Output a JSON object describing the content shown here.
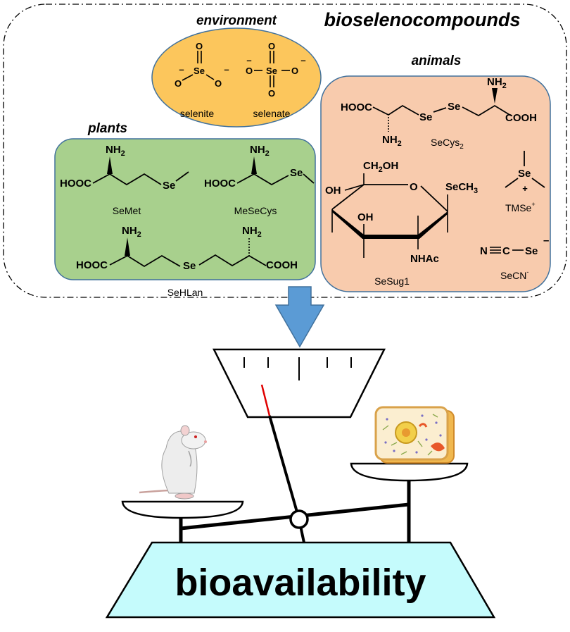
{
  "title": "bioselenocompounds",
  "groups": {
    "environment": {
      "title": "environment",
      "compounds": [
        "selenite",
        "selenate"
      ]
    },
    "plants": {
      "title": "plants",
      "compounds": [
        "SeMet",
        "MeSeCys",
        "SeHLan"
      ]
    },
    "animals": {
      "title": "animals",
      "compounds": [
        "SeCys",
        "SeSug1",
        "TMSe",
        "SeCN"
      ],
      "superscripts": {
        "secys": "2",
        "tmse": "+",
        "secn": "-"
      }
    }
  },
  "atoms": {
    "se": "Se",
    "o": "O",
    "minus": "–",
    "plus": "+",
    "nh2": "NH",
    "sub2": "2",
    "hooc": "HOOC",
    "cooh": "COOH",
    "ch2oh": "CH",
    "oh_tail": "OH",
    "oh": "OH",
    "sech3": "SeCH",
    "sub3": "3",
    "nhac": "NHAc",
    "n": "N",
    "c": "C"
  },
  "footer": "bioavailability",
  "colors": {
    "environment_fill": "#fcc65c",
    "plants_fill": "#a8d08d",
    "animals_fill": "#f8cbad",
    "box_stroke": "#41719c",
    "arrow_fill": "#5b9bd5",
    "base_fill": "#c5fbfc",
    "pointer_red": "#e00000"
  }
}
